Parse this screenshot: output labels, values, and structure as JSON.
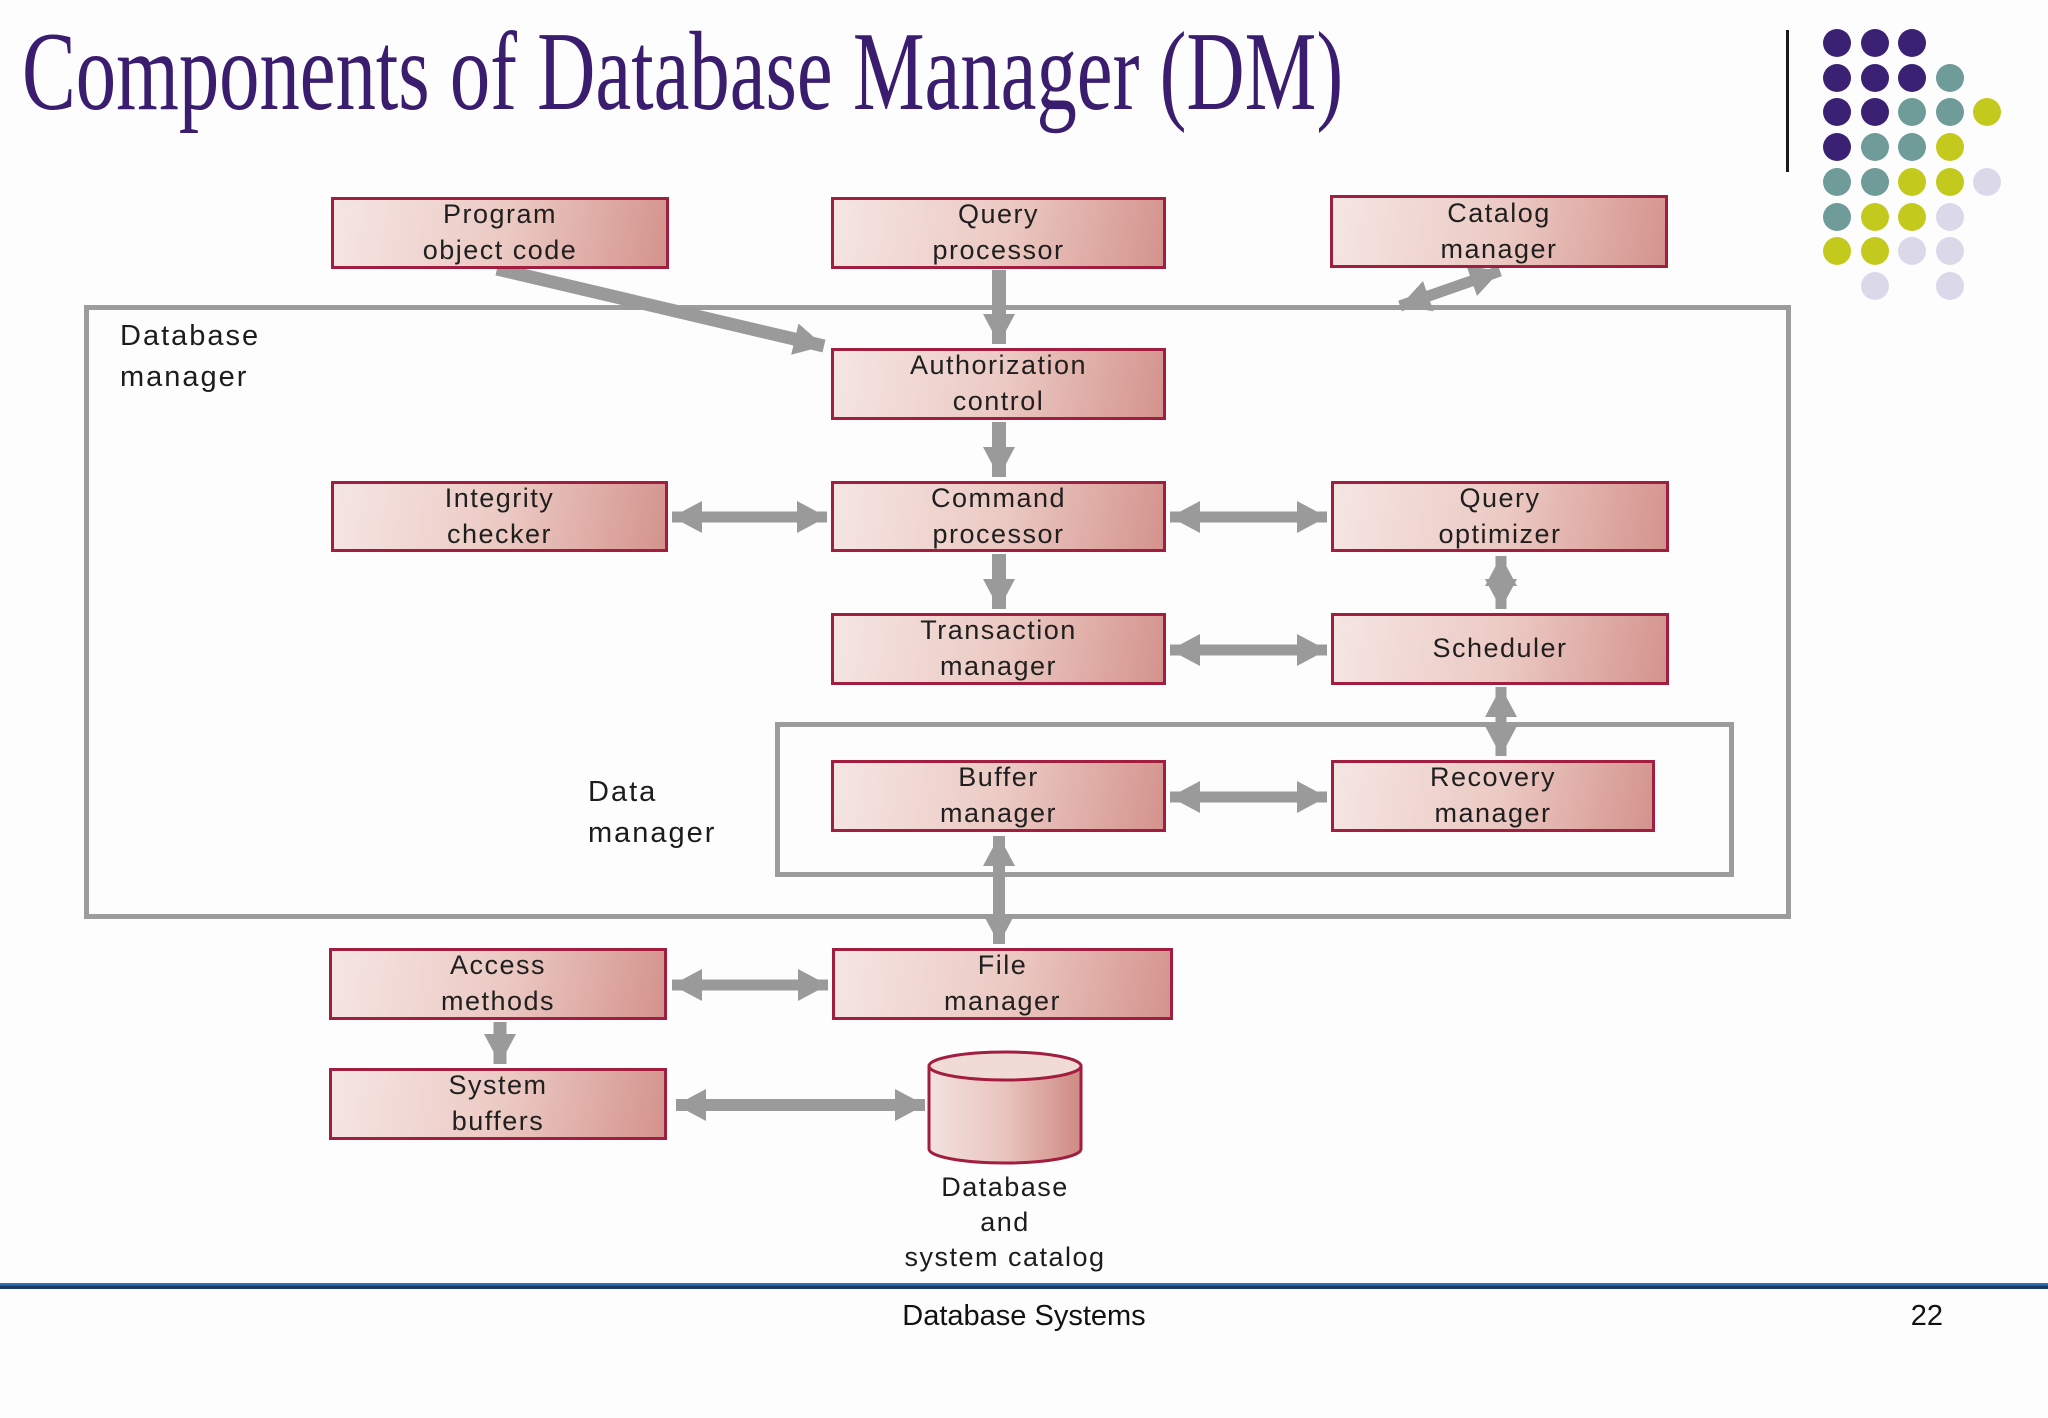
{
  "slide": {
    "title": "Components of Database Manager (DM)",
    "footer": {
      "center": "Database Systems",
      "page": "22"
    }
  },
  "diagram": {
    "containers": {
      "database_manager": {
        "label": "Database\nmanager"
      },
      "data_manager": {
        "label": "Data\nmanager"
      }
    },
    "nodes": {
      "program_object_code": {
        "label": "Program\nobject code"
      },
      "query_processor": {
        "label": "Query\nprocessor"
      },
      "catalog_manager": {
        "label": "Catalog\nmanager"
      },
      "authorization_control": {
        "label": "Authorization\ncontrol"
      },
      "integrity_checker": {
        "label": "Integrity\nchecker"
      },
      "command_processor": {
        "label": "Command\nprocessor"
      },
      "query_optimizer": {
        "label": "Query\noptimizer"
      },
      "transaction_manager": {
        "label": "Transaction\nmanager"
      },
      "scheduler": {
        "label": "Scheduler"
      },
      "buffer_manager": {
        "label": "Buffer\nmanager"
      },
      "recovery_manager": {
        "label": "Recovery\nmanager"
      },
      "access_methods": {
        "label": "Access\nmethods"
      },
      "file_manager": {
        "label": "File\nmanager"
      },
      "system_buffers": {
        "label": "System\nbuffers"
      },
      "database_store": {
        "label": "Database\nand\nsystem catalog"
      }
    },
    "edges": [
      {
        "from": "program_object_code",
        "to": "authorization_control",
        "type": "arrow"
      },
      {
        "from": "query_processor",
        "to": "authorization_control",
        "type": "arrow"
      },
      {
        "from": "catalog_manager",
        "to": "database_manager",
        "type": "double-arrow"
      },
      {
        "from": "authorization_control",
        "to": "command_processor",
        "type": "arrow"
      },
      {
        "from": "integrity_checker",
        "to": "command_processor",
        "type": "double-arrow"
      },
      {
        "from": "command_processor",
        "to": "query_optimizer",
        "type": "double-arrow"
      },
      {
        "from": "command_processor",
        "to": "transaction_manager",
        "type": "arrow"
      },
      {
        "from": "transaction_manager",
        "to": "scheduler",
        "type": "double-arrow"
      },
      {
        "from": "query_optimizer",
        "to": "scheduler",
        "type": "double-arrow"
      },
      {
        "from": "scheduler",
        "to": "recovery_manager",
        "type": "double-arrow"
      },
      {
        "from": "buffer_manager",
        "to": "recovery_manager",
        "type": "double-arrow"
      },
      {
        "from": "buffer_manager",
        "to": "file_manager",
        "type": "double-arrow"
      },
      {
        "from": "access_methods",
        "to": "file_manager",
        "type": "double-arrow"
      },
      {
        "from": "access_methods",
        "to": "system_buffers",
        "type": "arrow"
      },
      {
        "from": "system_buffers",
        "to": "database_store",
        "type": "double-arrow"
      }
    ],
    "colors": {
      "node_border": "#a21e41",
      "node_fill_light": "#f5e6e3",
      "node_fill_dark": "#d4938d",
      "arrow_gray": "#9a9a9a",
      "container_border": "#9c9c9c",
      "title_purple": "#3a1d6e",
      "footer_blue_bright": "#2e74b5",
      "footer_blue_dark": "#1b3a66"
    }
  },
  "decoration": {
    "dot_rows": [
      "PPP",
      "PPPT",
      "PPTTY",
      "PTTY",
      "TTYYL",
      "TYYL",
      "YYLL",
      ".L.L"
    ],
    "dot_colors": {
      "P": "#3b2173",
      "T": "#6f9b99",
      "Y": "#c3ca1d",
      "L": "#dbd9e9"
    }
  }
}
